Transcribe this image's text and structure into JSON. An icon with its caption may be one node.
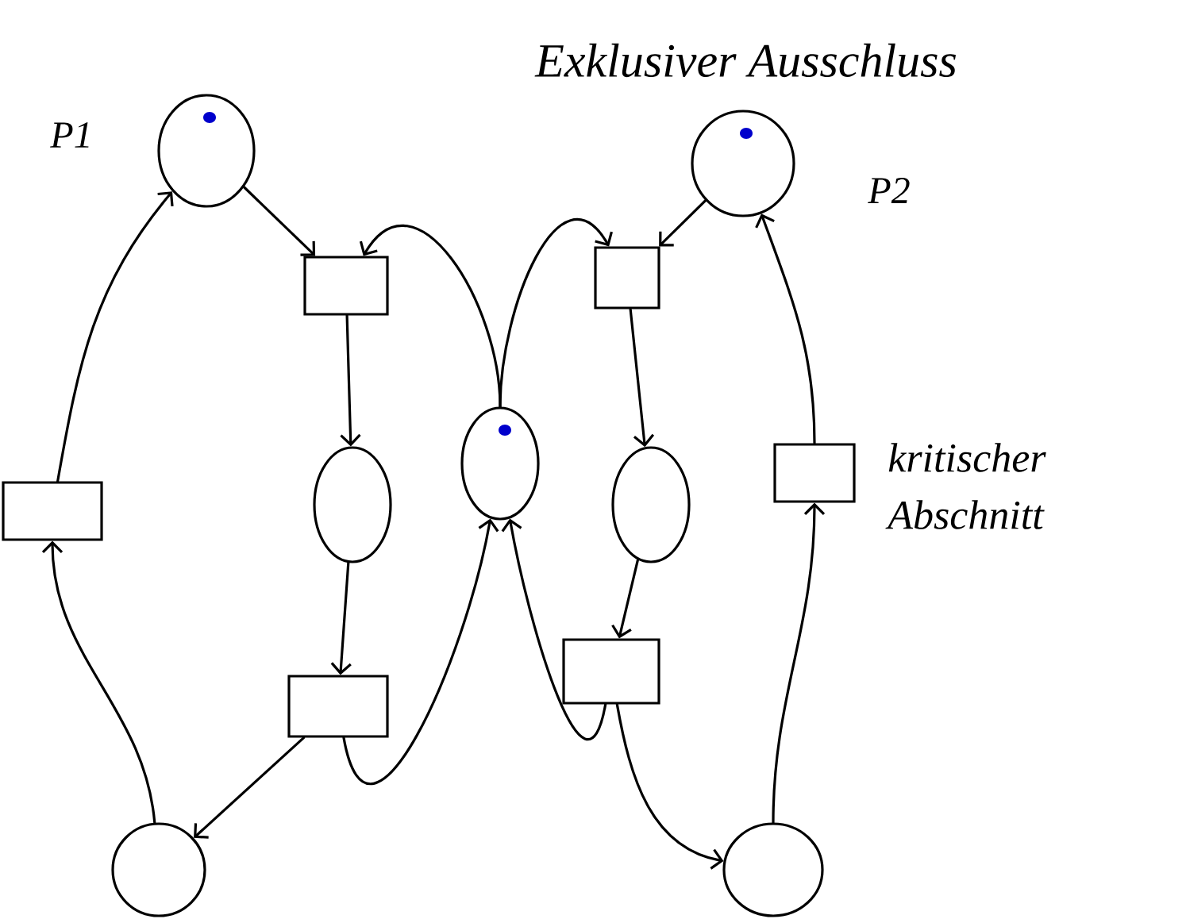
{
  "diagram": {
    "title": "Exklusiver Ausschluss",
    "nodes": [
      {
        "text": [],
        "shape": "circle",
        "beside": [
          "P1"
        ]
      },
      {
        "text": [],
        "shape": "box"
      },
      {
        "text": [],
        "shape": "circle"
      },
      {
        "text": [],
        "shape": "box"
      },
      {
        "text": [],
        "shape": "circle"
      },
      {
        "text": [],
        "shape": "box"
      },
      {
        "text": [],
        "shape": "circle"
      },
      {
        "text": [],
        "shape": "circle",
        "beside": [
          "P2"
        ]
      },
      {
        "text": [],
        "shape": "box"
      },
      {
        "text": [],
        "shape": "circle"
      },
      {
        "text": [],
        "shape": "box"
      },
      {
        "text": [],
        "shape": "circle"
      },
      {
        "text": [],
        "shape": "box"
      }
    ],
    "edges": [
      {
        "from": 0,
        "to": 1,
        "arrow": "to"
      },
      {
        "from": 1,
        "to": 2,
        "arrow": "to"
      },
      {
        "from": 2,
        "to": 3,
        "arrow": "to"
      },
      {
        "from": 3,
        "to": 4,
        "arrow": "to"
      },
      {
        "from": 4,
        "to": 5,
        "arrow": "to"
      },
      {
        "from": 5,
        "to": 0,
        "arrow": "to"
      },
      {
        "from": 6,
        "to": 1,
        "arrow": "to"
      },
      {
        "from": 3,
        "to": 6,
        "arrow": "to"
      },
      {
        "from": 6,
        "to": 8,
        "arrow": "to"
      },
      {
        "from": 10,
        "to": 6,
        "arrow": "to"
      },
      {
        "from": 7,
        "to": 8,
        "arrow": "to"
      },
      {
        "from": 8,
        "to": 9,
        "arrow": "to"
      },
      {
        "from": 9,
        "to": 10,
        "arrow": "to"
      },
      {
        "from": 10,
        "to": 11,
        "arrow": "to"
      },
      {
        "from": 11,
        "to": 12,
        "arrow": "to"
      },
      {
        "from": 12,
        "to": 7,
        "arrow": "to"
      }
    ],
    "labels": [
      "kritischer Abschnitt"
    ]
  }
}
